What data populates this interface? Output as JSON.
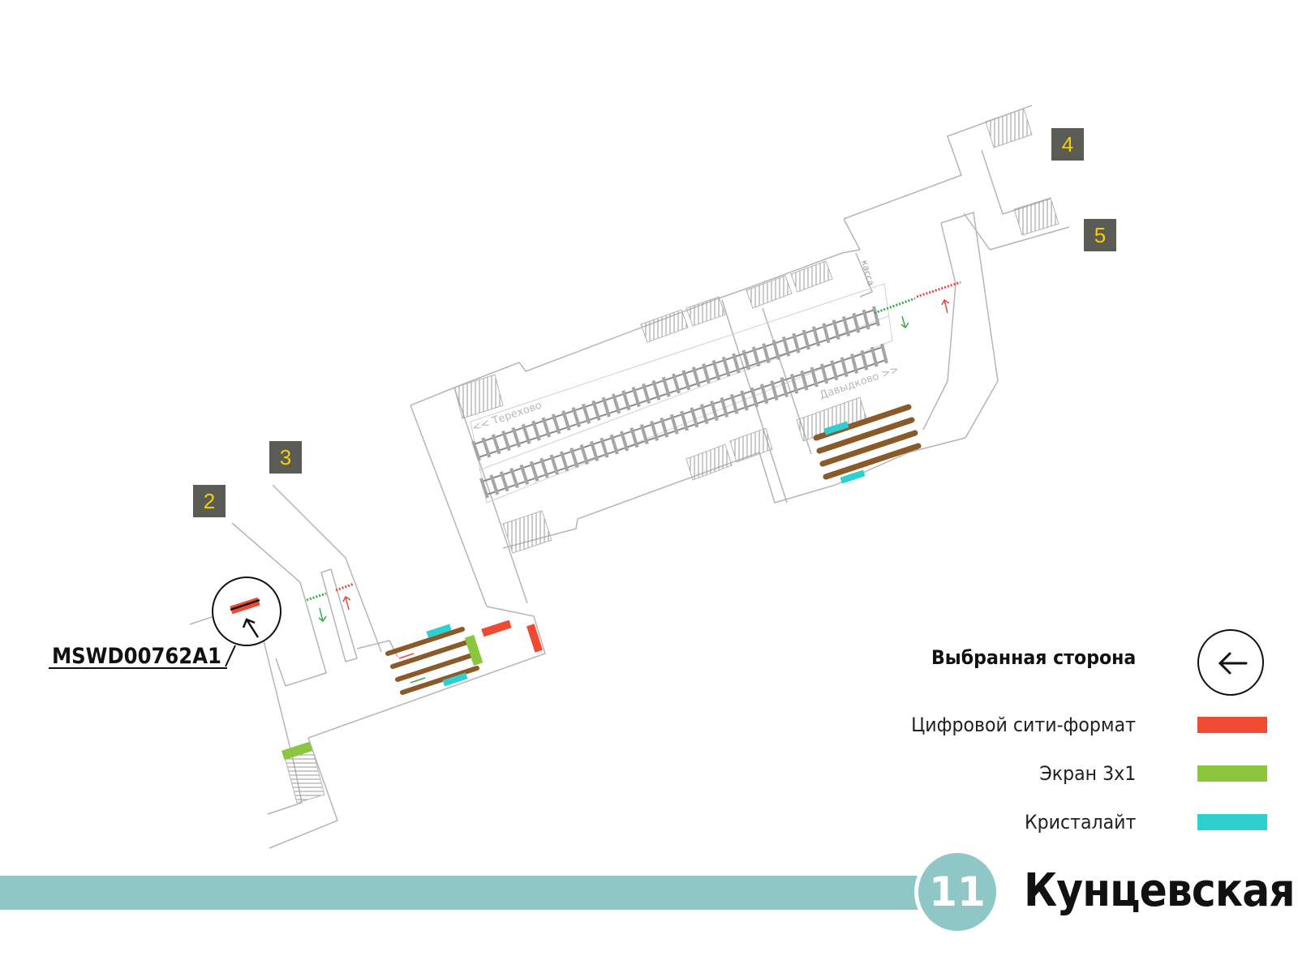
{
  "station": {
    "name": "Кунцевская",
    "line_number": "11",
    "line_color": "#8fc6c6"
  },
  "exits": [
    {
      "number": "2"
    },
    {
      "number": "3"
    },
    {
      "number": "4"
    },
    {
      "number": "5"
    }
  ],
  "map_labels": {
    "direction_left": "<< Терехово",
    "direction_right": "Давыдково >>",
    "ticket_office": "касса"
  },
  "selected_panel": {
    "code": "MSWD00762A1"
  },
  "legend": {
    "title": "Выбранная сторона",
    "selected_side_icon": "arrow-left-icon",
    "items": [
      {
        "label": "Цифровой сити-формат",
        "color": "#f04b32"
      },
      {
        "label": "Экран 3x1",
        "color": "#8cc63f"
      },
      {
        "label": "Кристалайт",
        "color": "#2ecfcf"
      }
    ]
  },
  "colors": {
    "exit_badge_bg": "#5b5b55",
    "exit_badge_text": "#f5d000",
    "escalator": "#8b5a2b",
    "flow_in": "#3aa84a",
    "flow_out": "#e8473c"
  }
}
